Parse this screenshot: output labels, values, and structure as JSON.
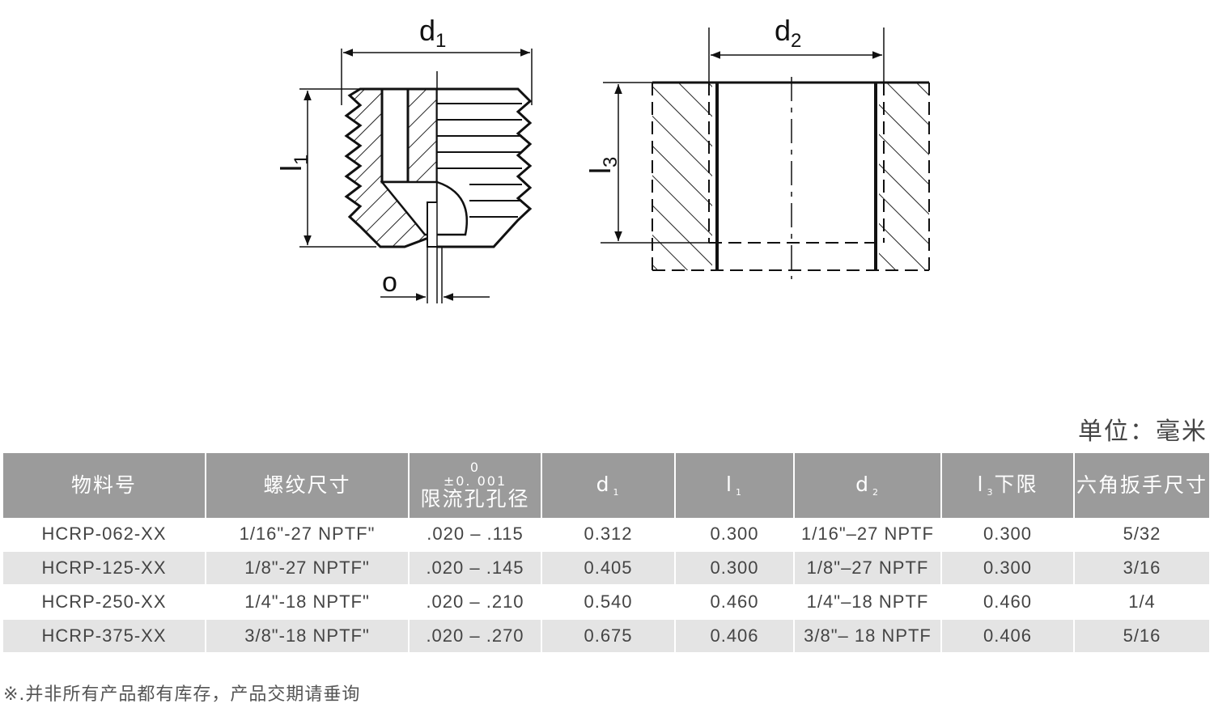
{
  "drawing": {
    "left_labels": {
      "d1": "d",
      "d1_sub": "1",
      "l1": "l",
      "l1_sub": "1",
      "o": "o"
    },
    "right_labels": {
      "d2": "d",
      "d2_sub": "2",
      "l3": "l",
      "l3_sub": "3"
    }
  },
  "unit_label": "单位：毫米",
  "table": {
    "headers": {
      "part_no": "物料号",
      "thread": "螺纹尺寸",
      "orifice_tol_upper": "0",
      "orifice_tol_lower": "±0. 001",
      "orifice": "限流孔孔径",
      "d1": "d",
      "d1_sub": "1",
      "l1": "l",
      "l1_sub": "1",
      "d2": "d",
      "d2_sub": "2",
      "l3": "l",
      "l3_sub": "3",
      "l3_suffix": "下限",
      "hex": "六角扳手尺寸"
    },
    "rows": [
      {
        "part_no": "HCRP-062-XX",
        "thread": "1/16\"-27 NPTF\"",
        "orifice": ".020 – .115",
        "d1": "0.312",
        "l1": "0.300",
        "d2": "1/16\"–27 NPTF",
        "l3": "0.300",
        "hex": "5/32"
      },
      {
        "part_no": "HCRP-125-XX",
        "thread": "1/8\"-27 NPTF\"",
        "orifice": ".020 – .145",
        "d1": "0.405",
        "l1": "0.300",
        "d2": "1/8\"–27 NPTF",
        "l3": "0.300",
        "hex": "3/16"
      },
      {
        "part_no": "HCRP-250-XX",
        "thread": "1/4\"-18 NPTF\"",
        "orifice": ".020 – .210",
        "d1": "0.540",
        "l1": "0.460",
        "d2": "1/4\"–18 NPTF",
        "l3": "0.460",
        "hex": "1/4"
      },
      {
        "part_no": "HCRP-375-XX",
        "thread": "3/8\"-18 NPTF\"",
        "orifice": ".020 – .270",
        "d1": "0.675",
        "l1": "0.406",
        "d2": "3/8\"– 18 NPTF",
        "l3": "0.406",
        "hex": "5/16"
      }
    ]
  },
  "footnote": "※.并非所有产品都有库存，产品交期请垂询"
}
